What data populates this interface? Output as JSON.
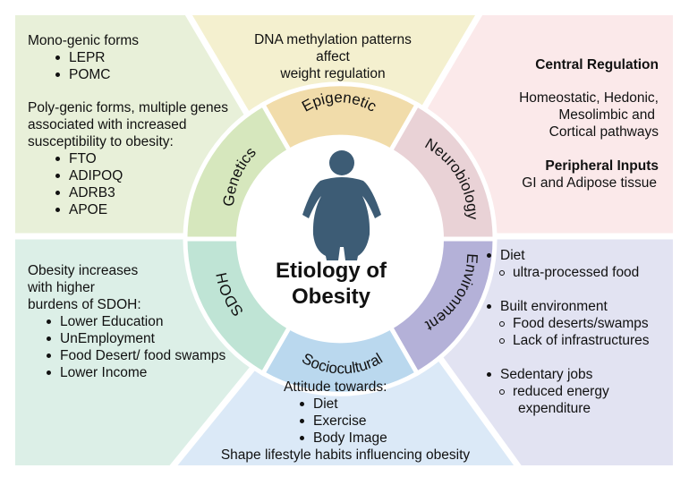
{
  "genetics": {
    "monogenic_title": "Mono-genic forms",
    "monogenic_genes": [
      "LEPR",
      "POMC"
    ],
    "polygenic_title": "Poly-genic forms, multiple genes associated with increased susceptibility to obesity:",
    "polygenic_genes": [
      "FTO",
      "ADIPOQ",
      "ADRB3",
      "APOE"
    ]
  },
  "epigenetic": {
    "text_line1": "DNA methylation patterns",
    "text_line2": "affect",
    "text_line3": "weight regulation"
  },
  "neurobiology": {
    "central_heading": "Central Regulation",
    "central_line1": "Homeostatic, Hedonic,",
    "central_line2": "Mesolimbic and",
    "central_line3": "Cortical pathways",
    "peripheral_heading": "Peripheral Inputs",
    "peripheral_text": "GI and Adipose tissue"
  },
  "sdoh": {
    "intro_line1": "Obesity increases",
    "intro_line2": "with higher",
    "intro_line3": "burdens of SDOH:",
    "items": [
      "Lower Education",
      "UnEmployment",
      "Food Desert/ food swamps",
      "Lower Income"
    ]
  },
  "environment": {
    "diet": "Diet",
    "diet_sub": "ultra-processed food",
    "built": "Built environment",
    "built_sub1": "Food deserts/swamps",
    "built_sub2": "Lack of infrastructures",
    "sedentary": "Sedentary jobs",
    "sedentary_sub_line1": "reduced energy",
    "sedentary_sub_line2": "expenditure"
  },
  "sociocultural": {
    "intro": "Attitude towards:",
    "items": [
      "Diet",
      "Exercise",
      "Body Image"
    ],
    "footer": "Shape lifestyle habits influencing obesity"
  },
  "ring_labels": {
    "epigenetic": "Epigenetic",
    "neurobiology": "Neurobiology",
    "environment": "Environment",
    "sociocultural": "Sociocultural",
    "sdoh": "SDOH",
    "genetics": "Genetics"
  },
  "center": {
    "title_line1": "Etiology of",
    "title_line2": "Obesity"
  },
  "colors": {
    "genetics": "#e8f0d9",
    "epigenetic": "#f4f0cf",
    "neurobiology": "#fbe9ea",
    "environment": "#e2e3f2",
    "sociocultural": "#dbe9f7",
    "sdoh": "#dcefe7",
    "figure": "#3d5c75"
  }
}
